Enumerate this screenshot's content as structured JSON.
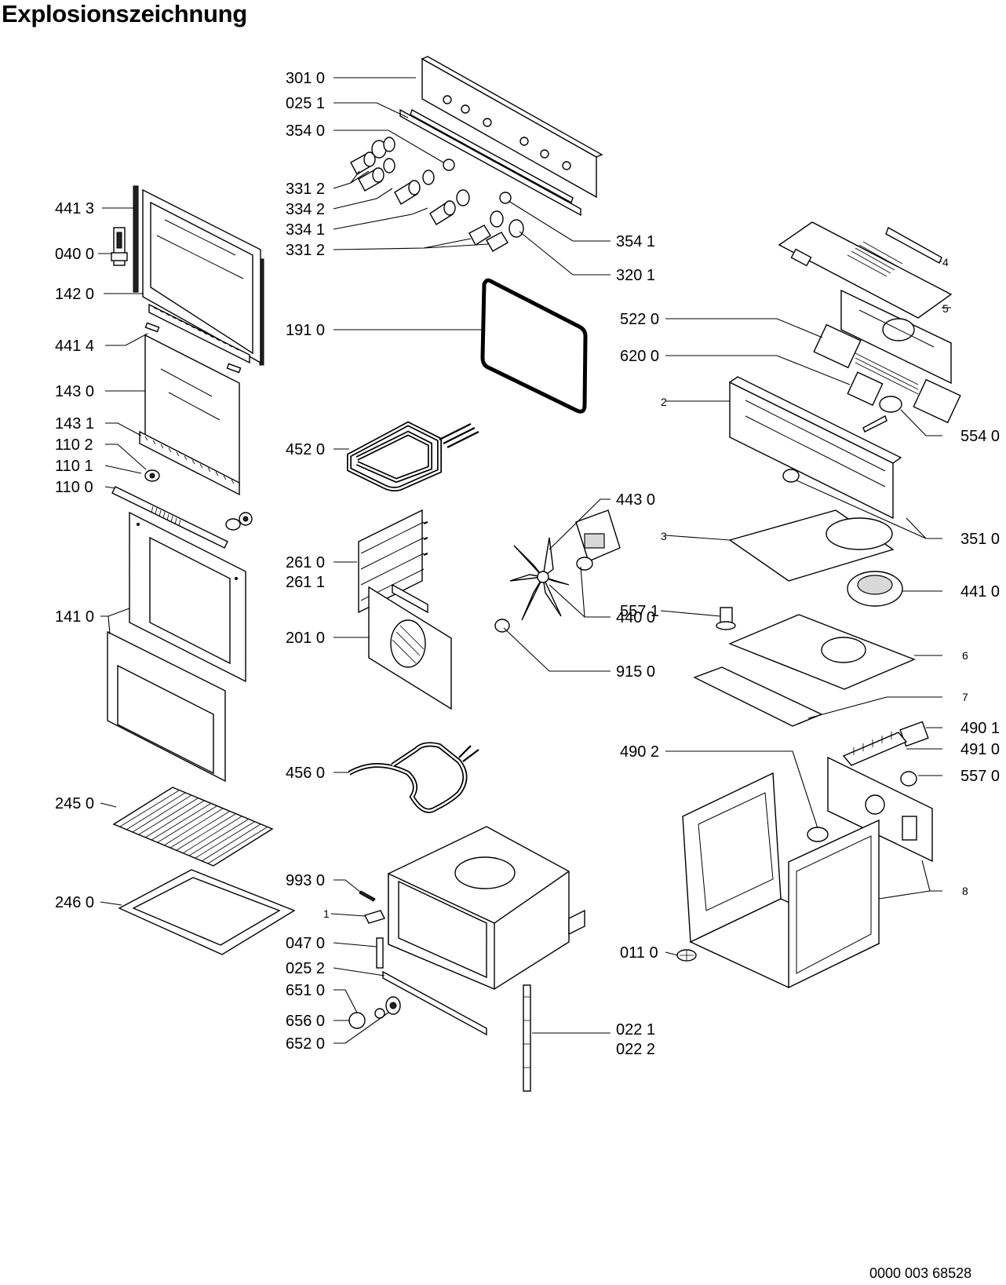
{
  "title": "Explosionszeichnung",
  "footer_code": "0000 003 68528",
  "labels": {
    "l_3010": "301 0",
    "l_0251": "025 1",
    "l_3540": "354 0",
    "l_3312a": "331 2",
    "l_3342": "334 2",
    "l_3341": "334 1",
    "l_3312b": "331 2",
    "l_3541": "354 1",
    "l_3201": "320 1",
    "l_4413": "441 3",
    "l_0400": "040 0",
    "l_1420": "142 0",
    "l_4414": "441 4",
    "l_1430": "143 0",
    "l_1431": "143 1",
    "l_1102": "110 2",
    "l_1101": "110 1",
    "l_1100": "110 0",
    "l_1410": "141 0",
    "l_2450": "245 0",
    "l_2460": "246 0",
    "l_1910": "191 0",
    "l_4520": "452 0",
    "l_2610": "261 0",
    "l_2611": "261 1",
    "l_2010": "201 0",
    "l_4560": "456 0",
    "l_9930": "993 0",
    "l_1": "1",
    "l_0470": "047 0",
    "l_0252": "025 2",
    "l_6510": "651 0",
    "l_6560": "656 0",
    "l_6520": "652 0",
    "l_0221": "022 1",
    "l_0222": "022 2",
    "l_4430": "443 0",
    "l_4400": "440 0",
    "l_9150": "915 0",
    "l_5571": "557 1",
    "l_5220": "522 0",
    "l_6200": "620 0",
    "l_2": "2",
    "l_3": "3",
    "l_4": "4",
    "l_5": "5",
    "l_6": "6",
    "l_7": "7",
    "l_8": "8",
    "l_5540": "554 0",
    "l_3510": "351 0",
    "l_4410": "441 0",
    "l_4901": "490 1",
    "l_4910": "491 0",
    "l_5570": "557 0",
    "l_4902": "490 2",
    "l_0110": "011 0"
  }
}
